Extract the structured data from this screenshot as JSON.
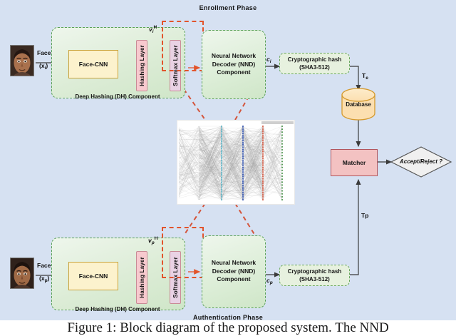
{
  "figure": {
    "caption": "Figure 1: Block diagram of the proposed system. The NND",
    "background_color": "#d6e1f2"
  },
  "phases": {
    "enrollment_title": "Enrollment Phase",
    "authentication_title": "Authentication Phase"
  },
  "enrollment": {
    "input_label_line1": "Face",
    "input_label_line2": "(x",
    "input_label_sub": "i",
    "input_label_close": ")",
    "face_image_alt": "face-photo-enrollment",
    "dh_component_caption": "Deep Hashing (DH) Component",
    "face_cnn_label": "Face-CNN",
    "hashing_layer_label": "Hashing Layer",
    "softmax_layer_label": "Softmax Layer",
    "feature_symbol": "v",
    "feature_sub": "i",
    "feature_sup": "H",
    "nnd_line1": "Neural Network",
    "nnd_line2": "Decoder (NND)",
    "nnd_line3": "Component",
    "code_symbol": "c",
    "code_sub": "i",
    "hash_line1": "Cryptographic hash",
    "hash_line2": "(SHA3-512)",
    "template_label": "T",
    "template_sub": "e"
  },
  "authentication": {
    "input_label_line1": "Face",
    "input_label_line2": "(x",
    "input_label_sub": "p",
    "input_label_close": ")",
    "face_image_alt": "face-photo-authentication",
    "dh_component_caption": "Deep Hashing (DH) Component",
    "face_cnn_label": "Face-CNN",
    "hashing_layer_label": "Hashing Layer",
    "softmax_layer_label": "Softmax Layer",
    "feature_symbol": "v",
    "feature_sub": "p",
    "feature_sup": "H",
    "nnd_line1": "Neural Network",
    "nnd_line2": "Decoder (NND)",
    "nnd_line3": "Component",
    "code_symbol": "c",
    "code_sub": "p",
    "hash_line1": "Cryptographic hash",
    "hash_line2": "(SHA3-512)",
    "template_label": "Tp"
  },
  "storage": {
    "database_label": "Database"
  },
  "decision": {
    "matcher_label": "Matcher",
    "result_label": "Accept/Reject ?"
  },
  "colors": {
    "background": "#d6e1f2",
    "dh_border": "#5aa05a",
    "facecnn_fill": "#fcf2cd",
    "facecnn_border": "#c9a23a",
    "hashing_fill": "#f7c9ce",
    "softmax_fill": "#e9d2e4",
    "layer_border": "#c98b96",
    "hashbox_fill": "#e7f1df",
    "database_fill": "#fcdfb0",
    "database_border": "#d59a2e",
    "matcher_fill": "#f3c2c2",
    "matcher_border": "#b0555d",
    "callout_red": "#e2542c",
    "arrow": "#3b3b3b"
  },
  "network_zoom": {
    "alt": "neural-network-decoder-weight-visualization"
  }
}
